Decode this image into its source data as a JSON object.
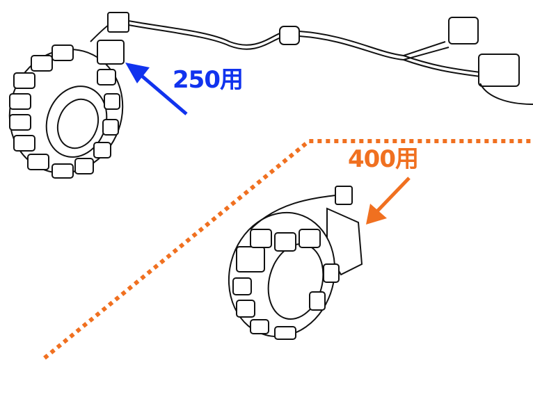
{
  "colors": {
    "background": "#ffffff",
    "line_art": "#111111",
    "label_250": "#1133ee",
    "label_400": "#f07020",
    "divider": "#f07020"
  },
  "labels": {
    "stator_250": "250用",
    "stator_400": "400用"
  },
  "parts": {
    "stator_250": {
      "name": "stator-250",
      "connectors": 3
    },
    "stator_400": {
      "name": "stator-400",
      "connectors": 1
    }
  }
}
